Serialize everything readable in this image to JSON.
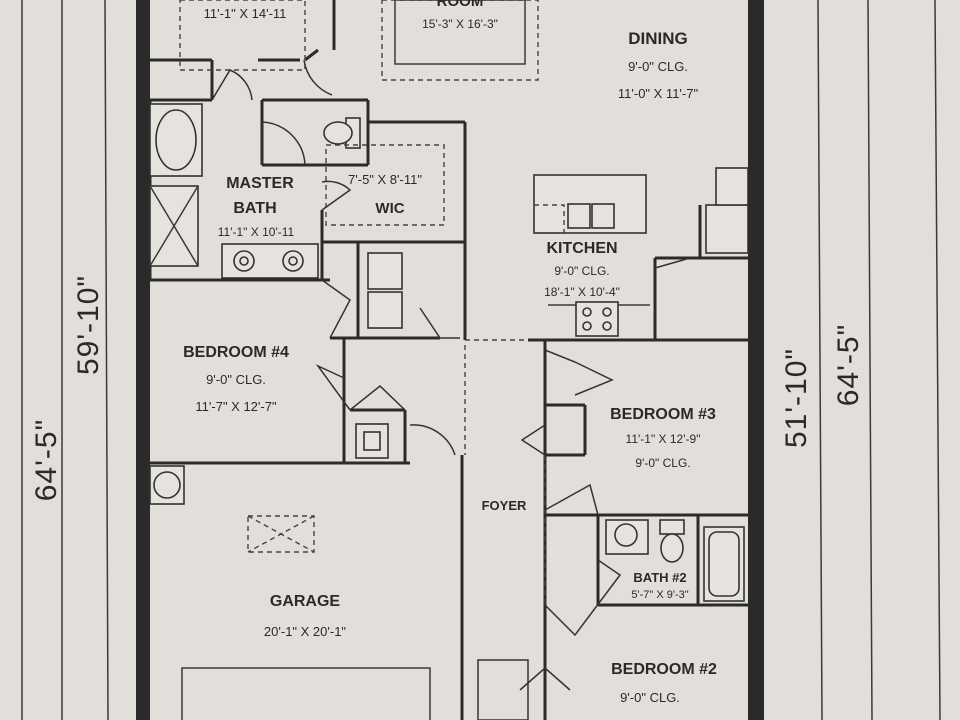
{
  "rooms": {
    "bedroom_top_left": {
      "dims": "11'-1\" X 14'-11"
    },
    "great_room": {
      "name": "ROOM",
      "dims": "15'-3\" X 16'-3\""
    },
    "dining": {
      "name": "DINING",
      "clg": "9'-0\" CLG.",
      "dims": "11'-0\" X 11'-7\""
    },
    "master_bath": {
      "name_line1": "MASTER",
      "name_line2": "BATH",
      "dims": "11'-1\" X 10'-11"
    },
    "wic": {
      "name": "WIC",
      "dims": "7'-5\" X 8'-11\""
    },
    "kitchen": {
      "name": "KITCHEN",
      "clg": "9'-0\" CLG.",
      "dims": "18'-1\" X 10'-4\""
    },
    "bedroom4": {
      "name": "BEDROOM #4",
      "clg": "9'-0\" CLG.",
      "dims": "11'-7\" X 12'-7\""
    },
    "bedroom3": {
      "name": "BEDROOM #3",
      "dims": "11'-1\" X 12'-9\"",
      "clg": "9'-0\" CLG."
    },
    "foyer": {
      "name": "FOYER"
    },
    "bath2": {
      "name": "BATH #2",
      "dims": "5'-7\" X 9'-3\""
    },
    "garage": {
      "name": "GARAGE",
      "dims": "20'-1\" X 20'-1\""
    },
    "bedroom2": {
      "name": "BEDROOM #2",
      "clg": "9'-0\" CLG."
    }
  },
  "overall_dims": {
    "left_outer": "64'-5\"",
    "left_inner": "59'-10\"",
    "right_inner": "51'-10\"",
    "right_outer": "64'-5\""
  }
}
